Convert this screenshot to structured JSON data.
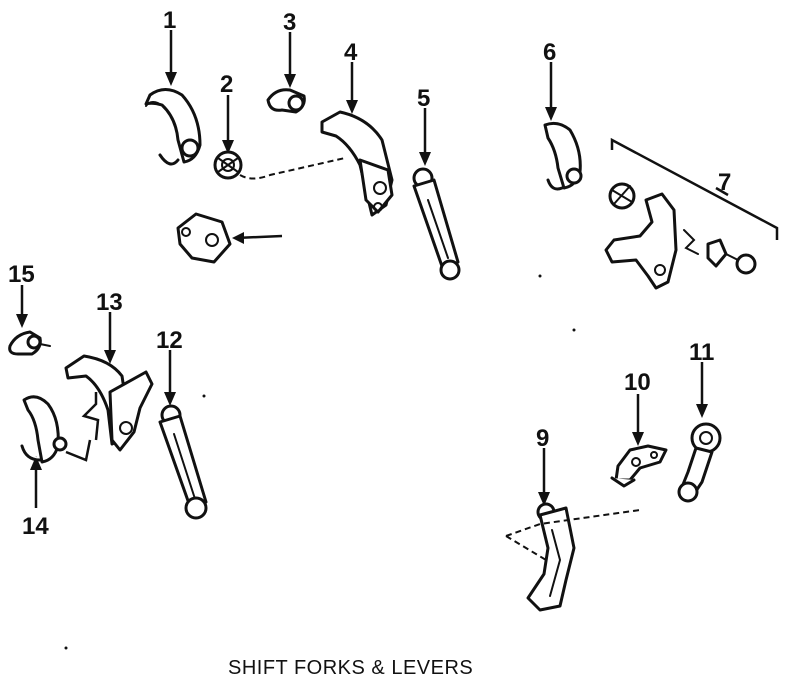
{
  "caption": "SHIFT FORKS & LEVERS",
  "callouts": [
    "1",
    "2",
    "3",
    "4",
    "5",
    "6",
    "7",
    "9",
    "10",
    "11",
    "12",
    "13",
    "14",
    "15"
  ],
  "colors": {
    "ink": "#111111",
    "background": "#ffffff"
  }
}
